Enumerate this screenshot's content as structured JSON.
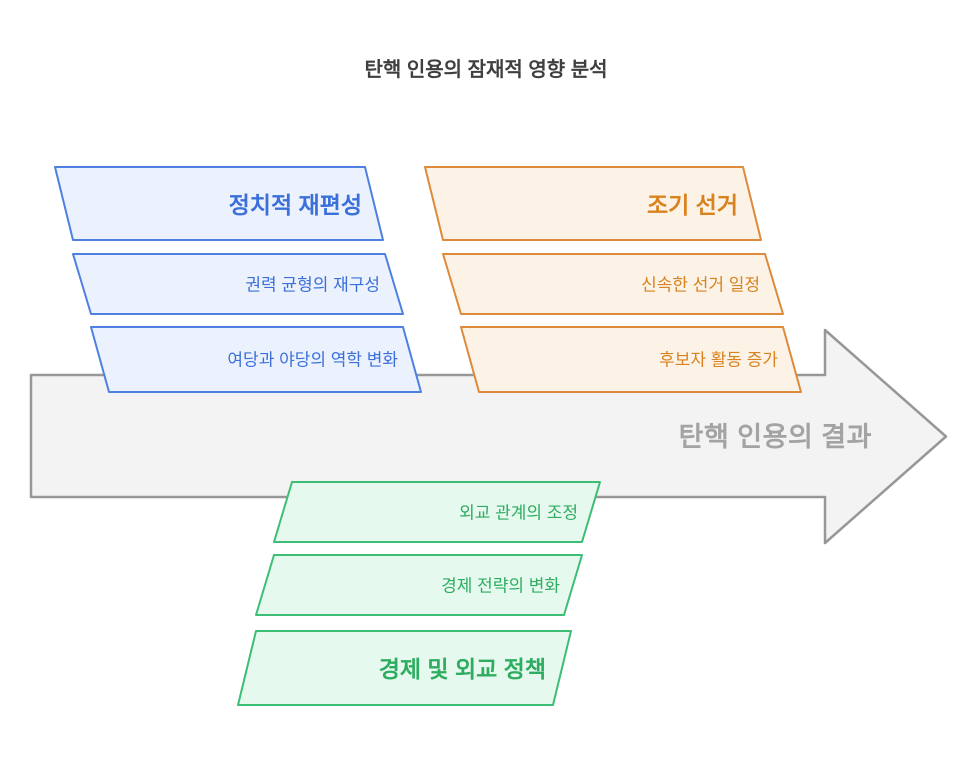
{
  "title": "탄핵 인용의 잠재적 영향 분석",
  "colors": {
    "title": "#3f3f3f",
    "background": "#ffffff"
  },
  "arrow": {
    "label": "탄핵 인용의 결과",
    "fill_color": "#f3f3f3",
    "border_color": "#979797",
    "text_color": "#a3a3a3"
  },
  "groups": [
    {
      "header": "정치적 재편성",
      "items": [
        "권력 균형의 재구성",
        "여당과 야당의 역학 변화"
      ],
      "fill_color": "#ebf2fd",
      "border_color": "#4e80e2",
      "text_color": "#3b70da"
    },
    {
      "header": "조기 선거",
      "items": [
        "신속한 선거 일정",
        "후보자 활동 증가"
      ],
      "fill_color": "#fcf2e6",
      "border_color": "#de8a3c",
      "text_color": "#d8831f"
    },
    {
      "header": "경제 및 외교 정책",
      "items": [
        "외교 관계의 조정",
        "경제 전략의 변화"
      ],
      "fill_color": "#e6f9ef",
      "border_color": "#3cbe74",
      "text_color": "#2ead61"
    }
  ]
}
